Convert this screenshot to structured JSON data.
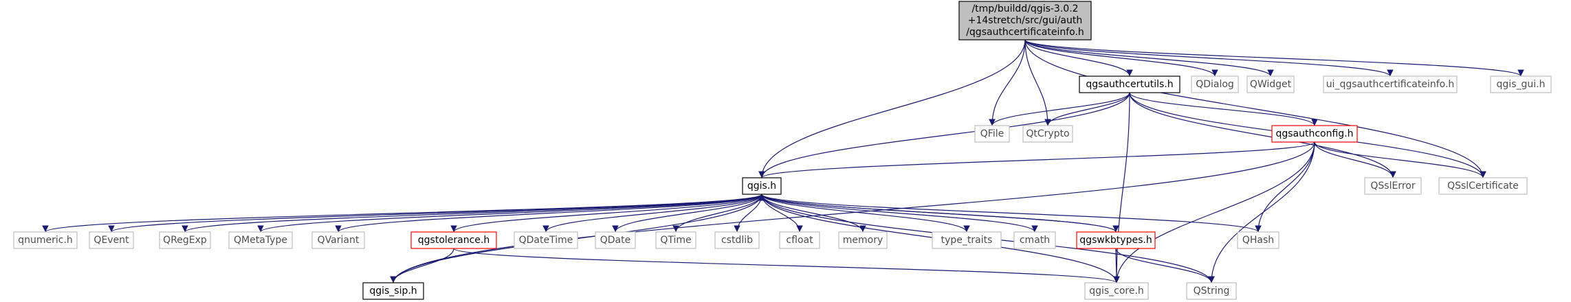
{
  "colors": {
    "edge": "#191970",
    "box_black": "#000000",
    "box_gray": "#bfbfbf",
    "box_red": "#ff0000",
    "focus_fill": "#bfbfbf",
    "text_black": "#000000",
    "text_gray": "#4d4d4d"
  },
  "nodes": [
    {
      "id": "root",
      "lines": [
        "/tmp/buildd/qgis-3.0.2",
        "+14stretch/src/gui/auth",
        "/qgsauthcertificateinfo.h"
      ],
      "style": "focus"
    },
    {
      "id": "qgsauthcertutils",
      "lines": [
        "qgsauthcertutils.h"
      ],
      "style": "black"
    },
    {
      "id": "qdialog",
      "lines": [
        "QDialog"
      ],
      "style": "gray"
    },
    {
      "id": "qwidget",
      "lines": [
        "QWidget"
      ],
      "style": "gray"
    },
    {
      "id": "ui_info",
      "lines": [
        "ui_qgsauthcertificateinfo.h"
      ],
      "style": "gray"
    },
    {
      "id": "qgis_gui",
      "lines": [
        "qgis_gui.h"
      ],
      "style": "gray"
    },
    {
      "id": "qfile",
      "lines": [
        "QFile"
      ],
      "style": "gray"
    },
    {
      "id": "qtcrypto",
      "lines": [
        "QtCrypto"
      ],
      "style": "gray"
    },
    {
      "id": "qgsauthconfig",
      "lines": [
        "qgsauthconfig.h"
      ],
      "style": "red"
    },
    {
      "id": "qgis",
      "lines": [
        "qgis.h"
      ],
      "style": "black"
    },
    {
      "id": "qsslerror",
      "lines": [
        "QSslError"
      ],
      "style": "gray"
    },
    {
      "id": "qsslcert",
      "lines": [
        "QSslCertificate"
      ],
      "style": "gray"
    },
    {
      "id": "qnumeric",
      "lines": [
        "qnumeric.h"
      ],
      "style": "gray"
    },
    {
      "id": "qevent",
      "lines": [
        "QEvent"
      ],
      "style": "gray"
    },
    {
      "id": "qregexp",
      "lines": [
        "QRegExp"
      ],
      "style": "gray"
    },
    {
      "id": "qmetatype",
      "lines": [
        "QMetaType"
      ],
      "style": "gray"
    },
    {
      "id": "qvariant",
      "lines": [
        "QVariant"
      ],
      "style": "gray"
    },
    {
      "id": "qgstolerance",
      "lines": [
        "qgstolerance.h"
      ],
      "style": "red"
    },
    {
      "id": "qdatetime",
      "lines": [
        "QDateTime"
      ],
      "style": "gray"
    },
    {
      "id": "qdate",
      "lines": [
        "QDate"
      ],
      "style": "gray"
    },
    {
      "id": "qtime",
      "lines": [
        "QTime"
      ],
      "style": "gray"
    },
    {
      "id": "cstdlib",
      "lines": [
        "cstdlib"
      ],
      "style": "gray"
    },
    {
      "id": "cfloat",
      "lines": [
        "cfloat"
      ],
      "style": "gray"
    },
    {
      "id": "memory",
      "lines": [
        "memory"
      ],
      "style": "gray"
    },
    {
      "id": "type_traits",
      "lines": [
        "type_traits"
      ],
      "style": "gray"
    },
    {
      "id": "cmath",
      "lines": [
        "cmath"
      ],
      "style": "gray"
    },
    {
      "id": "qgswkbtypes",
      "lines": [
        "qgswkbtypes.h"
      ],
      "style": "red"
    },
    {
      "id": "qhash",
      "lines": [
        "QHash"
      ],
      "style": "gray"
    },
    {
      "id": "qgis_sip",
      "lines": [
        "qgis_sip.h"
      ],
      "style": "black"
    },
    {
      "id": "qgis_core",
      "lines": [
        "qgis_core.h"
      ],
      "style": "gray"
    },
    {
      "id": "qstring",
      "lines": [
        "QString"
      ],
      "style": "gray"
    }
  ],
  "edges": [
    [
      "root",
      "qgsauthcertutils"
    ],
    [
      "root",
      "qdialog"
    ],
    [
      "root",
      "qwidget"
    ],
    [
      "root",
      "ui_info"
    ],
    [
      "root",
      "qgis_gui"
    ],
    [
      "root",
      "qfile"
    ],
    [
      "root",
      "qtcrypto"
    ],
    [
      "root",
      "qgis"
    ],
    [
      "root",
      "qsslcert"
    ],
    [
      "qgsauthcertutils",
      "qfile"
    ],
    [
      "qgsauthcertutils",
      "qtcrypto"
    ],
    [
      "qgsauthcertutils",
      "qgsauthconfig"
    ],
    [
      "qgsauthcertutils",
      "qgis"
    ],
    [
      "qgsauthcertutils",
      "qsslerror"
    ],
    [
      "qgsauthcertutils",
      "qsslcert"
    ],
    [
      "qgsauthcertutils",
      "qgis_core"
    ],
    [
      "qgsauthconfig",
      "qgis"
    ],
    [
      "qgsauthconfig",
      "qsslerror"
    ],
    [
      "qgsauthconfig",
      "qsslcert"
    ],
    [
      "qgsauthconfig",
      "qhash"
    ],
    [
      "qgsauthconfig",
      "qgis_sip"
    ],
    [
      "qgsauthconfig",
      "qgis_core"
    ],
    [
      "qgsauthconfig",
      "qstring"
    ],
    [
      "qgis",
      "qnumeric"
    ],
    [
      "qgis",
      "qevent"
    ],
    [
      "qgis",
      "qregexp"
    ],
    [
      "qgis",
      "qmetatype"
    ],
    [
      "qgis",
      "qvariant"
    ],
    [
      "qgis",
      "qgstolerance"
    ],
    [
      "qgis",
      "qdatetime"
    ],
    [
      "qgis",
      "qdate"
    ],
    [
      "qgis",
      "qtime"
    ],
    [
      "qgis",
      "cstdlib"
    ],
    [
      "qgis",
      "cfloat"
    ],
    [
      "qgis",
      "memory"
    ],
    [
      "qgis",
      "type_traits"
    ],
    [
      "qgis",
      "cmath"
    ],
    [
      "qgis",
      "qgswkbtypes"
    ],
    [
      "qgis",
      "qhash"
    ],
    [
      "qgis",
      "qgis_sip"
    ],
    [
      "qgis",
      "qgis_core"
    ],
    [
      "qgis",
      "qstring"
    ],
    [
      "qgstolerance",
      "qgis_sip"
    ],
    [
      "qgstolerance",
      "qgis_core"
    ],
    [
      "qgswkbtypes",
      "qgis"
    ],
    [
      "qgswkbtypes",
      "qgis_core"
    ],
    [
      "qgswkbtypes",
      "qstring"
    ]
  ]
}
